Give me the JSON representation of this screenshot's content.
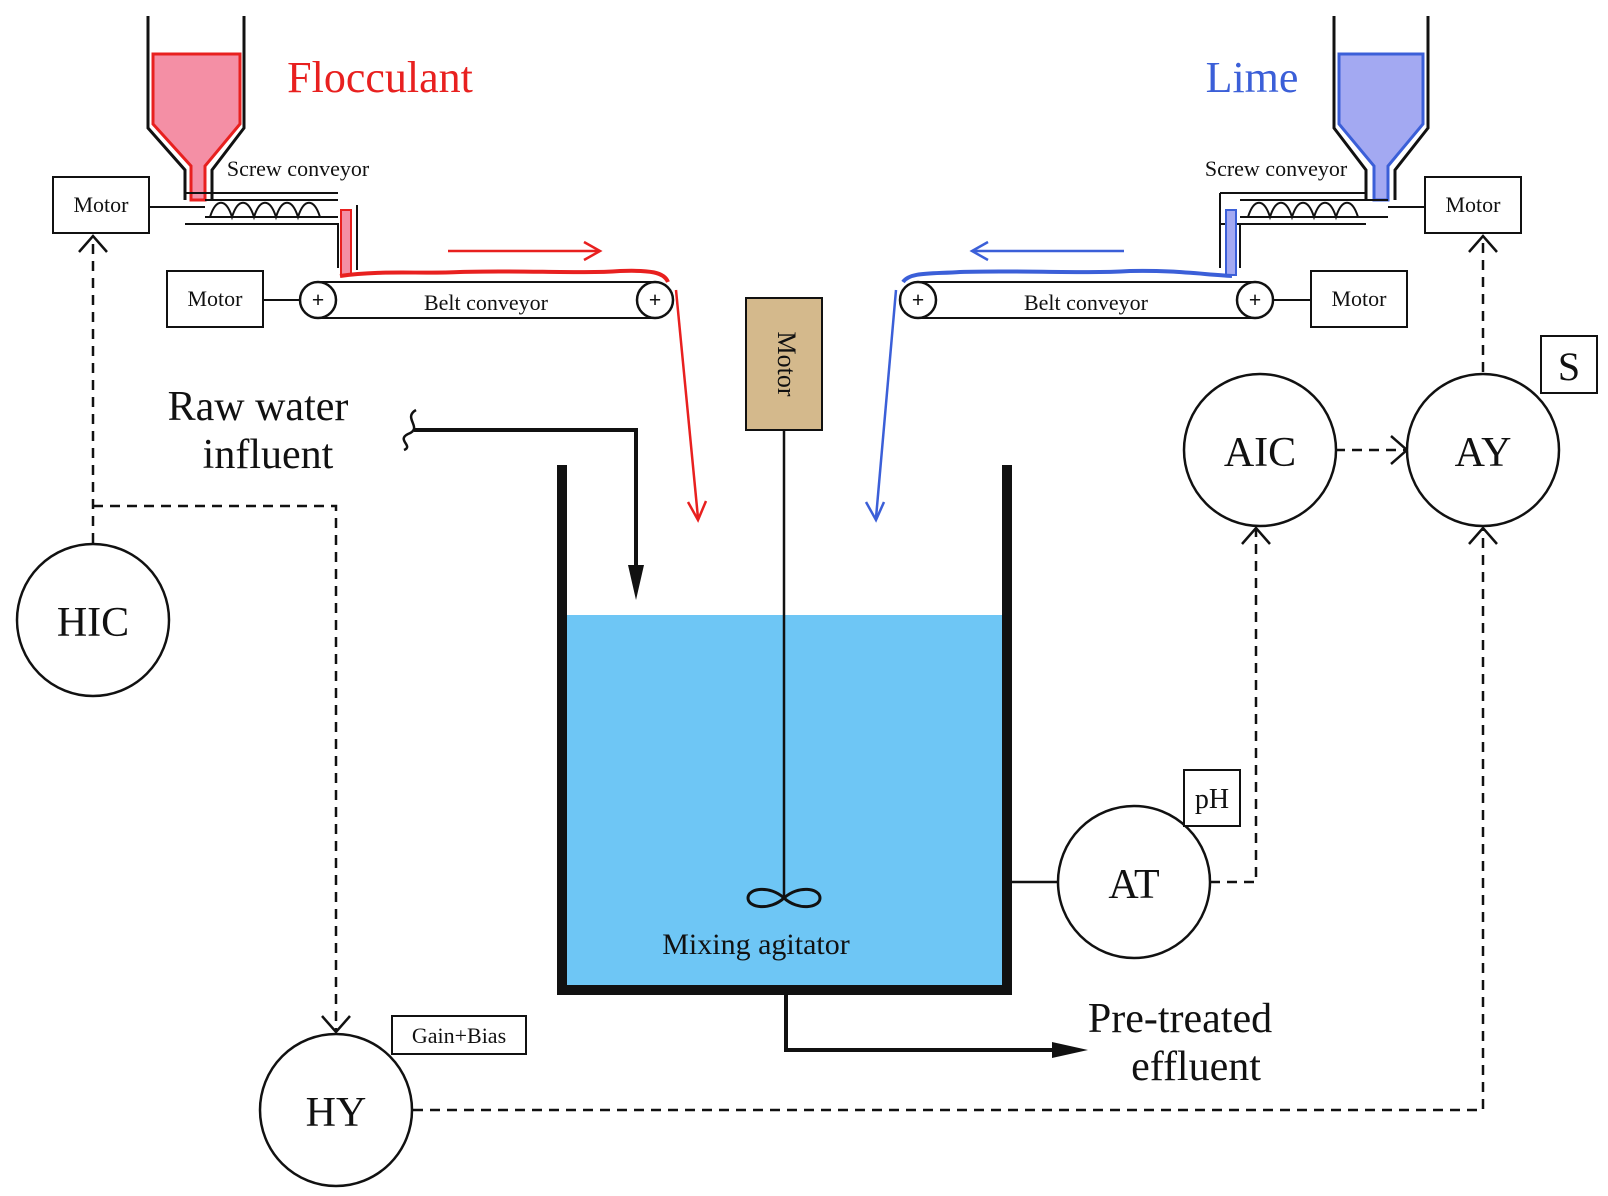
{
  "labels": {
    "flocculant": "Flocculant",
    "lime": "Lime",
    "screw_left": "Screw conveyor",
    "screw_right": "Screw conveyor",
    "motor_screw_left": "Motor",
    "motor_belt_left": "Motor",
    "motor_screw_right": "Motor",
    "motor_belt_right": "Motor",
    "motor_agitator": "Motor",
    "belt_left": "Belt conveyor",
    "belt_right": "Belt conveyor",
    "raw_water_line1": "Raw water",
    "raw_water_line2": "influent",
    "mixing_agitator": "Mixing agitator",
    "effluent_line1": "Pre-treated",
    "effluent_line2": "effluent",
    "gain_bias": "Gain+Bias",
    "ph": "pH",
    "s": "S"
  },
  "instruments": {
    "hic": "HIC",
    "hy": "HY",
    "aic": "AIC",
    "ay": "AY",
    "at": "AT"
  },
  "colors": {
    "flocculant": "#e8201f",
    "flocculant_fill": "#f48fa5",
    "lime": "#3b5fd8",
    "lime_fill": "#a3a9f2",
    "water": "#6ec6f5",
    "motor_fill": "#d4b98c"
  }
}
